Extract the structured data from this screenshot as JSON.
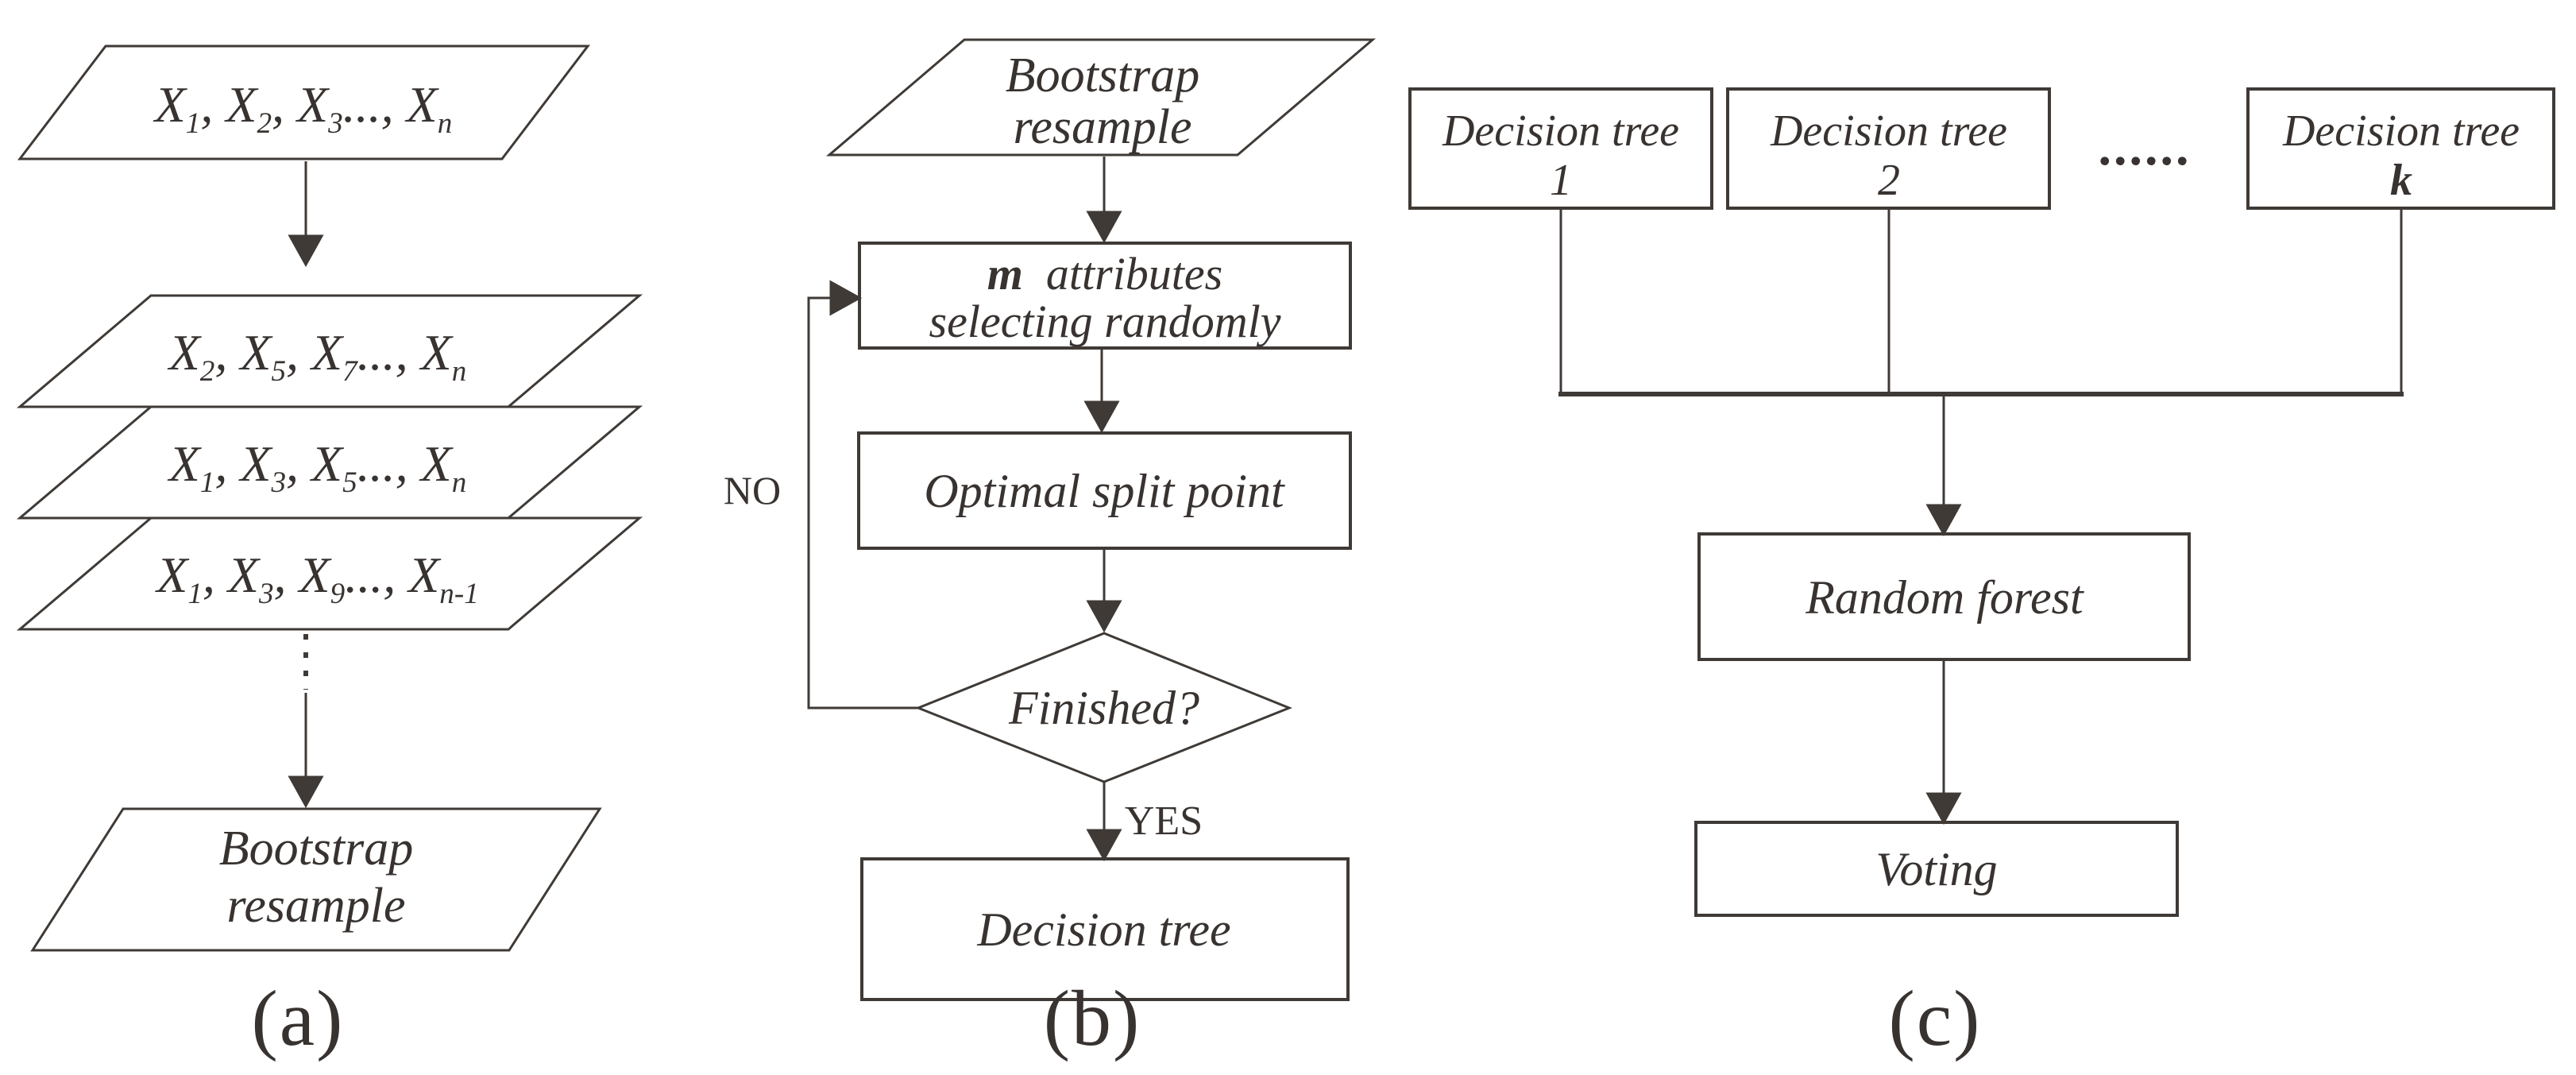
{
  "colors": {
    "line": "#3f3a36",
    "text": "#383330",
    "background": "#ffffff"
  },
  "panel_a": {
    "dataset": "X_{1}, X_{2}, X_{3}..., X_{n}",
    "samples": [
      "X_{2}, X_{5}, X_{7}..., X_{n}",
      "X_{1}, X_{3}, X_{5}..., X_{n}",
      "X_{1}, X_{3}, X_{9}..., X_{n-1}"
    ],
    "output": [
      "Bootstrap",
      "resample"
    ],
    "caption": "(a)"
  },
  "panel_b": {
    "input": [
      "Bootstrap",
      "resample"
    ],
    "step1": [
      "*m*  attributes",
      "selecting randomly"
    ],
    "step2": "Optimal split point",
    "decision": "Finished?",
    "no_label": "NO",
    "yes_label": "YES",
    "result": "Decision tree",
    "caption": "(b)"
  },
  "panel_c": {
    "trees": [
      {
        "line1": "Decision tree",
        "line2": "1"
      },
      {
        "line1": "Decision tree",
        "line2": "2"
      },
      {
        "line1": "Decision tree",
        "line2": "*k*"
      }
    ],
    "dots": "......",
    "merge": "Random forest",
    "vote": "Voting",
    "caption": "(c)"
  }
}
